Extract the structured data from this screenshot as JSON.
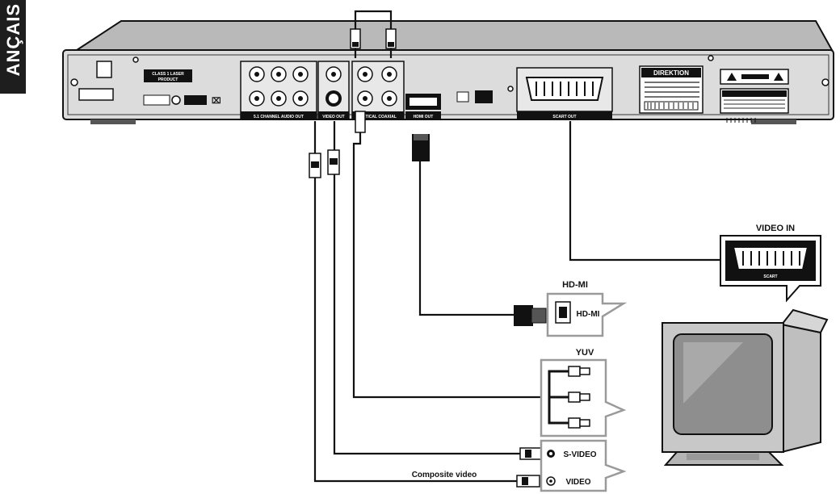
{
  "side_tab": {
    "text": "ANÇAIS"
  },
  "player_labels": {
    "class_product_line1": "CLASS 1 LASER",
    "class_product_line2": "PRODUCT",
    "audio_out": "5.1 CHANNEL AUDIO OUT",
    "video_out": "VIDEO OUT",
    "digital_out": "OPTICAL  COAXIAL",
    "hdmi_out": "HDMI OUT",
    "scart_out": "SCART OUT",
    "brand": "DIREKTION"
  },
  "tv_labels": {
    "video_in": "VIDEO IN",
    "hdmi_title": "HD-MI",
    "hdmi_port": "HD-MI",
    "yuv_title": "YUV",
    "svideo": "S-VIDEO",
    "video": "VIDEO",
    "composite": "Composite video",
    "scart_small": "SCART"
  },
  "colors": {
    "line": "#111111",
    "panel": "#e2e2e2",
    "body": "#c9c9c9",
    "box_border": "#8a8a8a"
  }
}
